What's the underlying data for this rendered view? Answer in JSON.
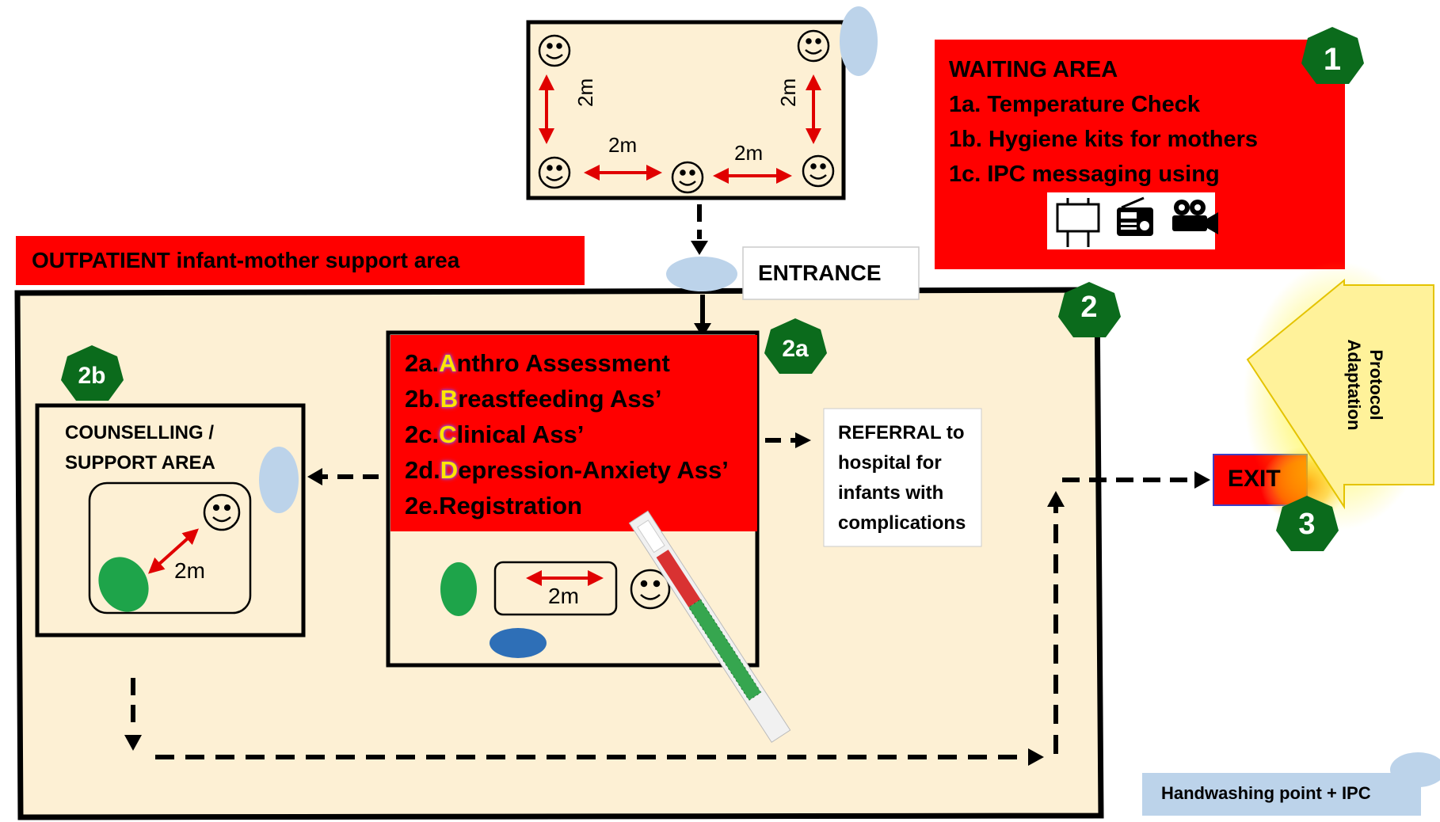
{
  "colors": {
    "red": "#ff0000",
    "beige": "#fdf0d4",
    "green": "#0b6b1c",
    "light_blue": "#bcd3ea",
    "blue": "#2e6fb7",
    "yellow": "#fff08a"
  },
  "waiting_area": {
    "title": "WAITING AREA",
    "items": [
      "1a. Temperature Check",
      "1b. Hygiene kits for mothers",
      "1c.  IPC messaging using"
    ],
    "icons": [
      "billboard-icon",
      "radio-icon",
      "video-camera-icon"
    ],
    "badge": "1"
  },
  "spacing_labels": {
    "left": "2m",
    "right": "2m",
    "bottom_left": "2m",
    "bottom_right": "2m"
  },
  "outpatient": {
    "label": "OUTPATIENT infant-mother support area",
    "badge": "2"
  },
  "entrance": {
    "label": "ENTRANCE"
  },
  "assessment": {
    "badge": "2a",
    "items": [
      {
        "prefix": "2a.",
        "letter": "A",
        "rest": "nthro Assessment"
      },
      {
        "prefix": "2b.",
        "letter": "B",
        "rest": "reastfeeding Ass’"
      },
      {
        "prefix": "2c.",
        "letter": "C",
        "rest": "linical Ass’"
      },
      {
        "prefix": "2d.",
        "letter": "D",
        "rest": "epression-Anxiety Ass’"
      },
      {
        "prefix": "2e.",
        "letter": "",
        "rest": "Registration"
      }
    ],
    "distance_label": "2m"
  },
  "counselling": {
    "badge": "2b",
    "title_line1": "COUNSELLING /",
    "title_line2": "SUPPORT AREA",
    "distance_label": "2m"
  },
  "referral": {
    "lines": [
      "REFERRAL to",
      "hospital for",
      "infants with",
      "complications"
    ]
  },
  "exit": {
    "label": "EXIT",
    "badge": "3"
  },
  "protocol": {
    "line1": "Protocol",
    "line2": "Adaptation"
  },
  "legend": {
    "label": "Handwashing point + IPC"
  }
}
